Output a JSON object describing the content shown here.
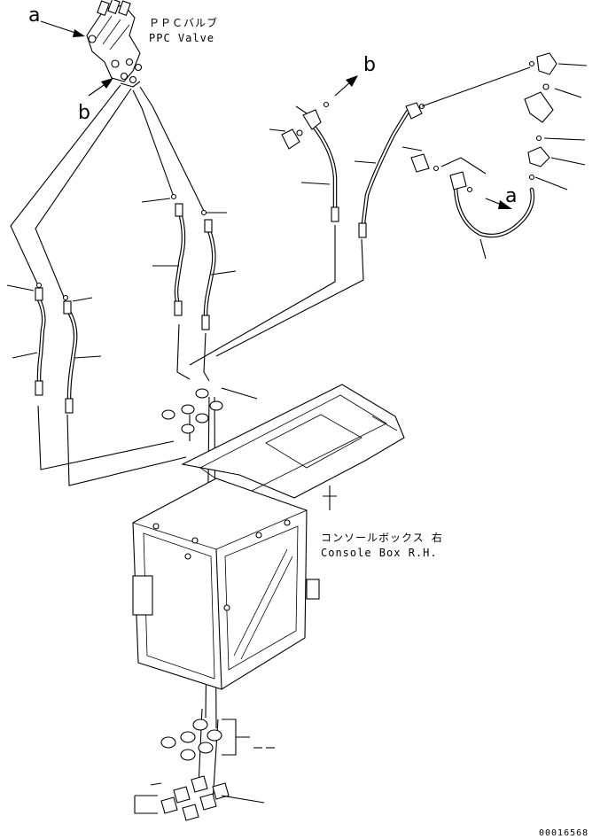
{
  "labels": {
    "ppc_valve_jp": "ＰＰＣバルブ",
    "ppc_valve_en": "PPC Valve",
    "console_box_jp": "コンソールボックス 右",
    "console_box_en": "Console Box R.H.",
    "ref_a_top": "a",
    "ref_b_top": "b",
    "ref_b_left": "b",
    "ref_a_right": "a",
    "drawing_number": "00016568"
  }
}
